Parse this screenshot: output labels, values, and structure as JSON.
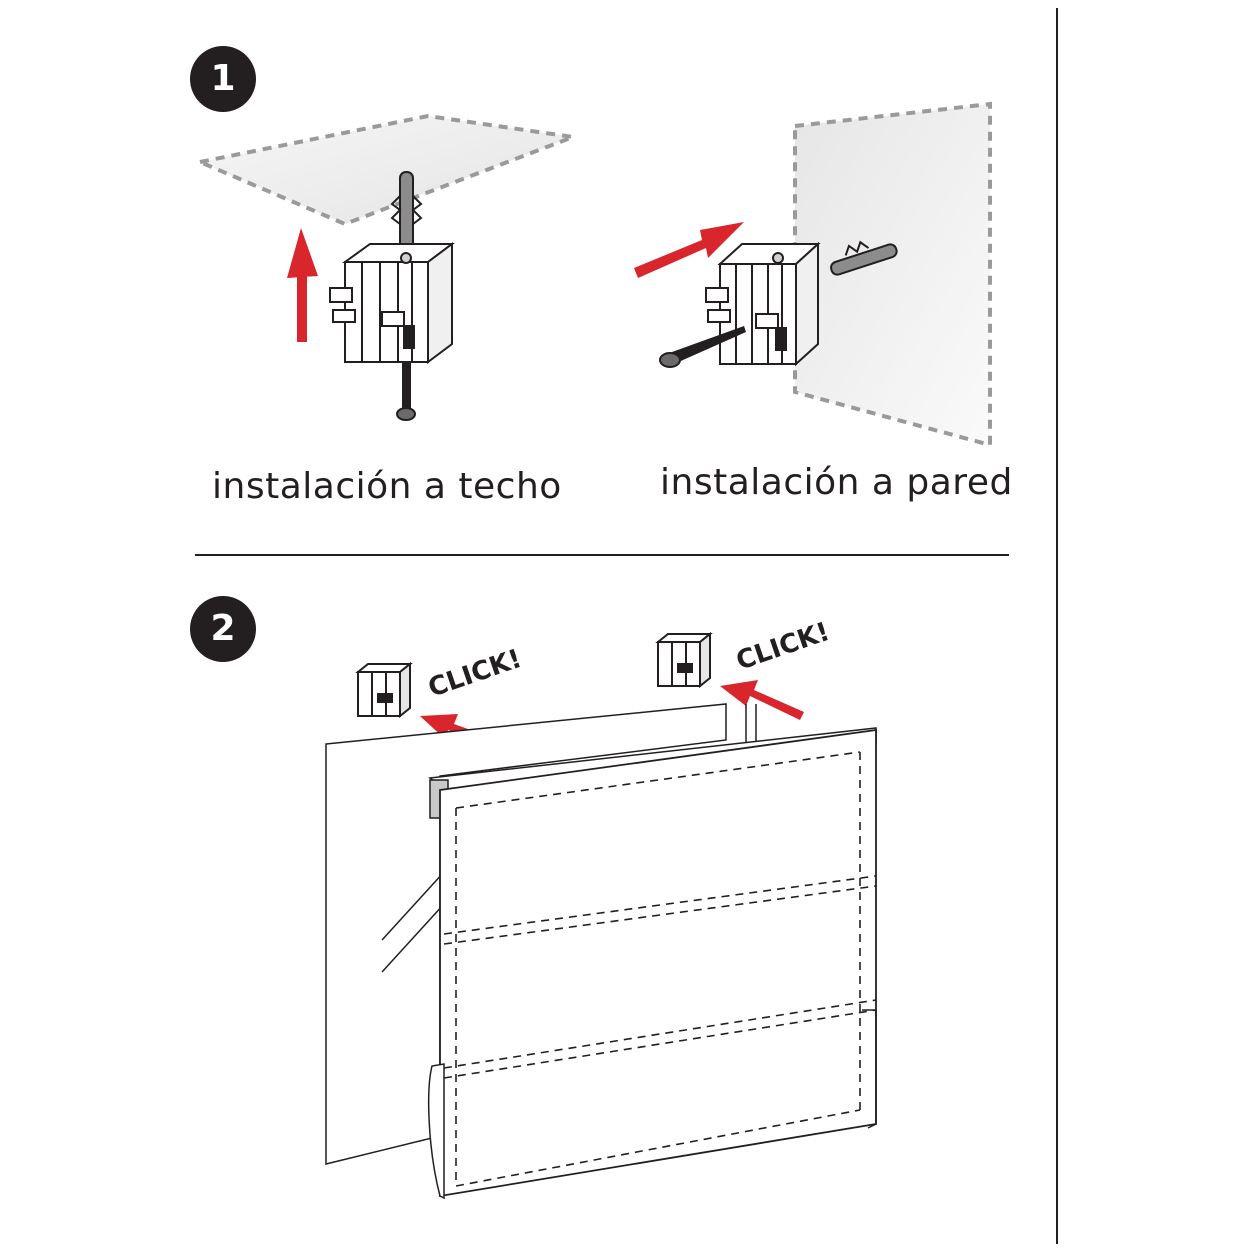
{
  "steps": [
    {
      "number": "1"
    },
    {
      "number": "2"
    }
  ],
  "captions": {
    "ceiling": "instalación a techo",
    "wall": "instalación a pared"
  },
  "click_labels": [
    "CLICK!",
    "CLICK!"
  ],
  "colors": {
    "arrow": "#d9262c",
    "ink": "#231f20",
    "surface": "#ececec",
    "dashed": "#9a9a9a"
  }
}
